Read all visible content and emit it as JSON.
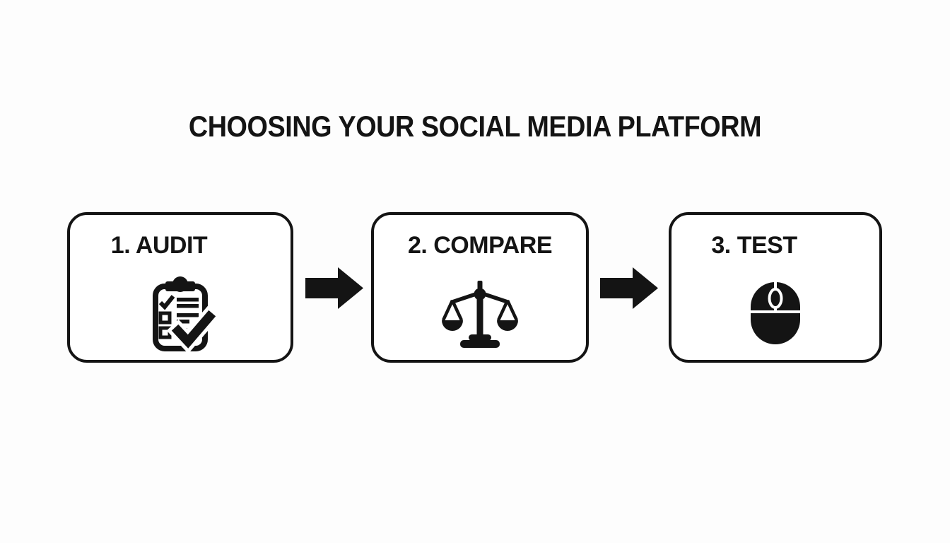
{
  "title": "CHOOSING YOUR SOCIAL MEDIA PLATFORM",
  "colors": {
    "background": "#fdfdfd",
    "ink": "#141414",
    "box_fill": "#ffffff",
    "box_border": "#141414"
  },
  "steps": [
    {
      "number": "1.",
      "name": "AUDIT",
      "label": "1. AUDIT",
      "icon": "clipboard-checklist-icon"
    },
    {
      "number": "2.",
      "name": "COMPARE",
      "label": "2. COMPARE",
      "icon": "balance-scale-icon"
    },
    {
      "number": "3.",
      "name": "TEST",
      "label": "3. TEST",
      "icon": "computer-mouse-icon"
    }
  ],
  "connectors": [
    {
      "type": "arrow-right"
    },
    {
      "type": "arrow-right"
    }
  ]
}
